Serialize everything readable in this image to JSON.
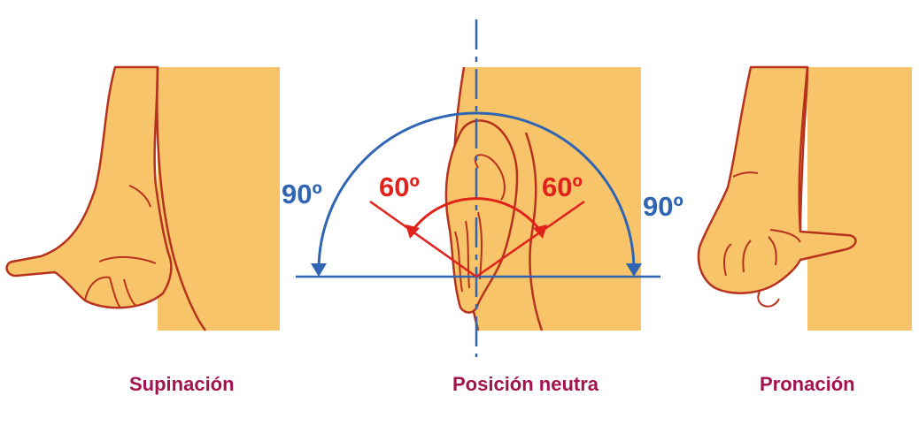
{
  "colors": {
    "skin": "#f8c46a",
    "outline": "#b7321d",
    "blue_axis": "#2f65b2",
    "red_arc": "#e1221b",
    "caption": "#a1124e"
  },
  "panels": {
    "supination": {
      "caption": "Supinación"
    },
    "neutral": {
      "caption": "Posición neutra",
      "angle_left_blue": "90º",
      "angle_left_red": "60º",
      "angle_right_red": "60º",
      "angle_right_blue": "90º"
    },
    "pronation": {
      "caption": "Pronación"
    }
  }
}
